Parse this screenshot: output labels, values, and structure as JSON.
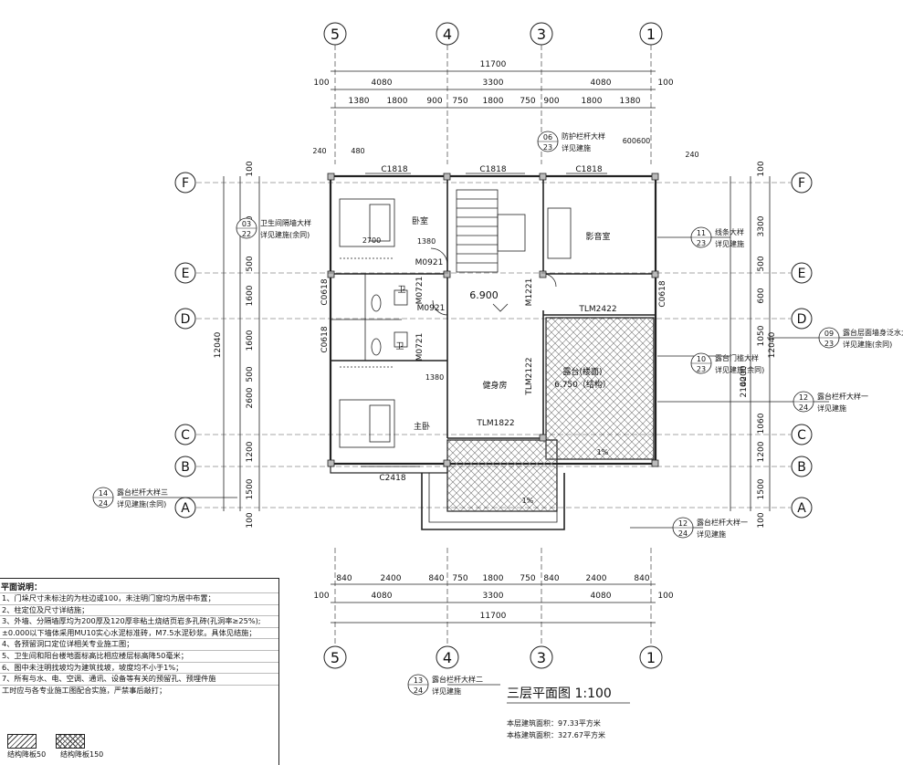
{
  "title": "三层平面图 1:100",
  "areas": {
    "floor": "本层建筑面积：97.33平方米",
    "total": "本栋建筑面积：327.67平方米"
  },
  "axes_v": [
    "5",
    "4",
    "3",
    "1"
  ],
  "axes_h": [
    "F",
    "E",
    "D",
    "C",
    "B",
    "A"
  ],
  "dims": {
    "total": "11700",
    "mid": [
      "100",
      "4080",
      "3300",
      "4080",
      "100"
    ],
    "top_detail": [
      "1380",
      "1800",
      "900",
      "750",
      "1800",
      "750",
      "900",
      "1800",
      "1380"
    ],
    "bot_detail": [
      "840",
      "2400",
      "840",
      "750",
      "1800",
      "750",
      "840",
      "2400",
      "840"
    ],
    "left_total": "12040",
    "left": [
      "100",
      "3300",
      "500",
      "1600",
      "1600",
      "500",
      "2600",
      "1200",
      "1500",
      "100"
    ],
    "right_total": "12040",
    "right": [
      "100",
      "3300",
      "500",
      "600",
      "1050",
      "4200",
      "2100",
      "1060",
      "1200",
      "1500",
      "100"
    ]
  },
  "rooms": [
    "卧室",
    "影音室",
    "卫",
    "卫",
    "健身房",
    "主卧",
    "露台(楼面)",
    "6.750（结构）"
  ],
  "level": "6.900",
  "doors": [
    "M0921",
    "M0921",
    "M0721",
    "M0721",
    "M1221",
    "TLM2422",
    "TLM1822",
    "TLM2122"
  ],
  "windows": [
    "C1818",
    "C1818",
    "C1818",
    "C0618",
    "C0618",
    "C0618",
    "C2418"
  ],
  "small_dims": [
    "240",
    "480",
    "2700",
    "1380",
    "1380",
    "600600",
    "240",
    "1%",
    "1%"
  ],
  "callouts": [
    {
      "title": "防护栏杆大样",
      "num": "06",
      "sheet": "23",
      "note": "详见建施"
    },
    {
      "title": "卫生间隔墙大样",
      "num": "03",
      "sheet": "22",
      "note": "详见建施(余同)"
    },
    {
      "title": "线条大样",
      "num": "11",
      "sheet": "23",
      "note": "详见建施"
    },
    {
      "title": "露台层面墙身泛水大样",
      "num": "09",
      "sheet": "23",
      "note": "详见建施(余同)"
    },
    {
      "title": "露台门槛大样",
      "num": "10",
      "sheet": "23",
      "note": "详见建施(余同)"
    },
    {
      "title": "露台栏杆大样一",
      "num": "12",
      "sheet": "24",
      "note": "详见建施"
    },
    {
      "title": "露台栏杆大样三",
      "num": "14",
      "sheet": "24",
      "note": "详见建施(余同)"
    },
    {
      "title": "露台栏杆大样一",
      "num": "12",
      "sheet": "24",
      "note": "详见建施"
    },
    {
      "title": "露台栏杆大样二",
      "num": "13",
      "sheet": "24",
      "note": "详见建施"
    }
  ],
  "notes": {
    "title": "平面说明：",
    "lines": [
      "1、门垛尺寸未标注的为柱边或100，未注明门窗均为居中布置；",
      "2、柱定位及尺寸详结施；",
      "3、外墙、分隔墙厚均为200厚及120厚非粘土烧结页岩多孔砖(孔洞率≥25%);",
      "   ±0.000以下墙体采用MU10实心水泥标准砖，M7.5水泥砂浆。具体见结施；",
      "4、各预留洞口定位详相关专业施工图；",
      "5、卫生间和阳台楼地面标高比相应楼层标高降50毫米；",
      "6、图中未注明找坡均为建筑找坡，坡度均不小于1%；",
      "7、所有与水、电、空调、通讯、设备等有关的预留孔、预埋件施",
      "   工时应与各专业施工图配合实施，严禁事后敲打；"
    ]
  },
  "legend": [
    "结构降板50",
    "结构降板150"
  ]
}
